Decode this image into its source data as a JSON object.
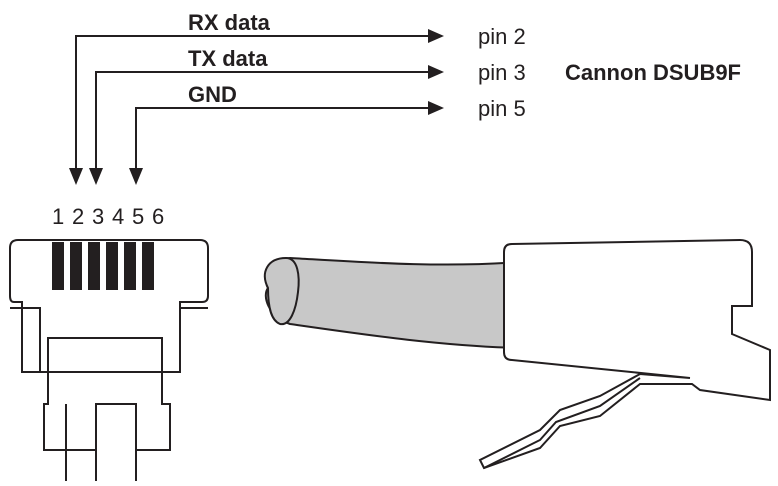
{
  "signals": [
    {
      "label": "RX data",
      "target": "pin 2"
    },
    {
      "label": "TX data",
      "target": "pin 3"
    },
    {
      "label": "GND",
      "target": "pin 5"
    }
  ],
  "connector_name": "Cannon DSUB9F",
  "jack_pin_numbers": [
    "1",
    "2",
    "3",
    "4",
    "5",
    "6"
  ],
  "colors": {
    "line": "#231f20",
    "cable_fill": "#c8c8c8",
    "background": "#ffffff"
  }
}
